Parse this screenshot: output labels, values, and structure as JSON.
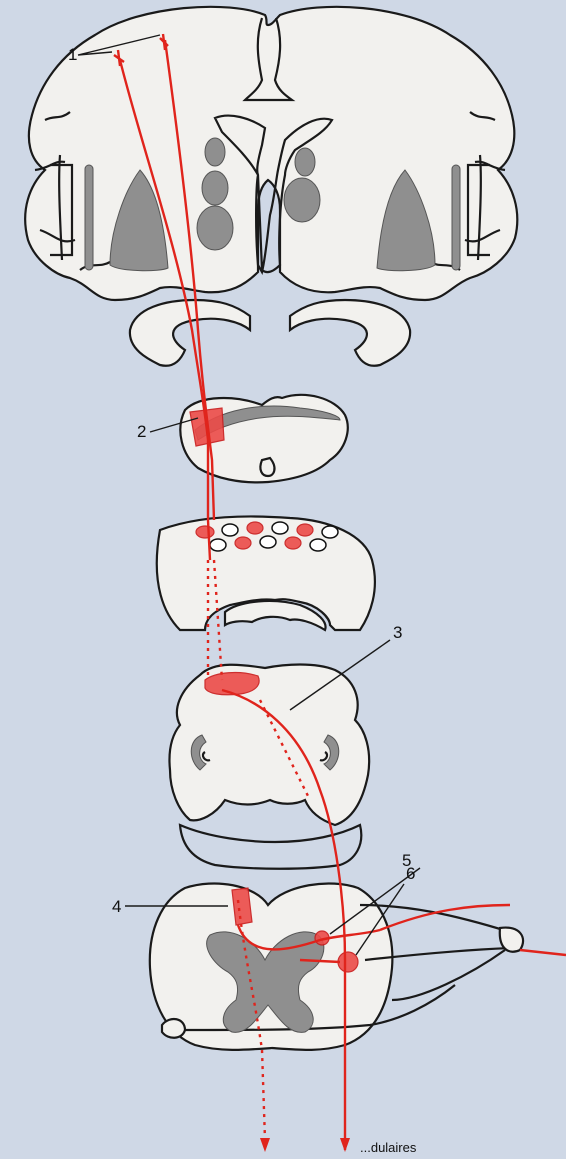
{
  "labels": {
    "l1": "1",
    "l2": "2",
    "l3": "3",
    "l4": "4",
    "l5": "5",
    "l6": "6"
  },
  "footer_text": "...dulaires",
  "colors": {
    "tract": "#e0241c",
    "outline": "#1a1a1a",
    "gray_matter": "#8f8f8f",
    "paper": "#f2f1ee"
  }
}
